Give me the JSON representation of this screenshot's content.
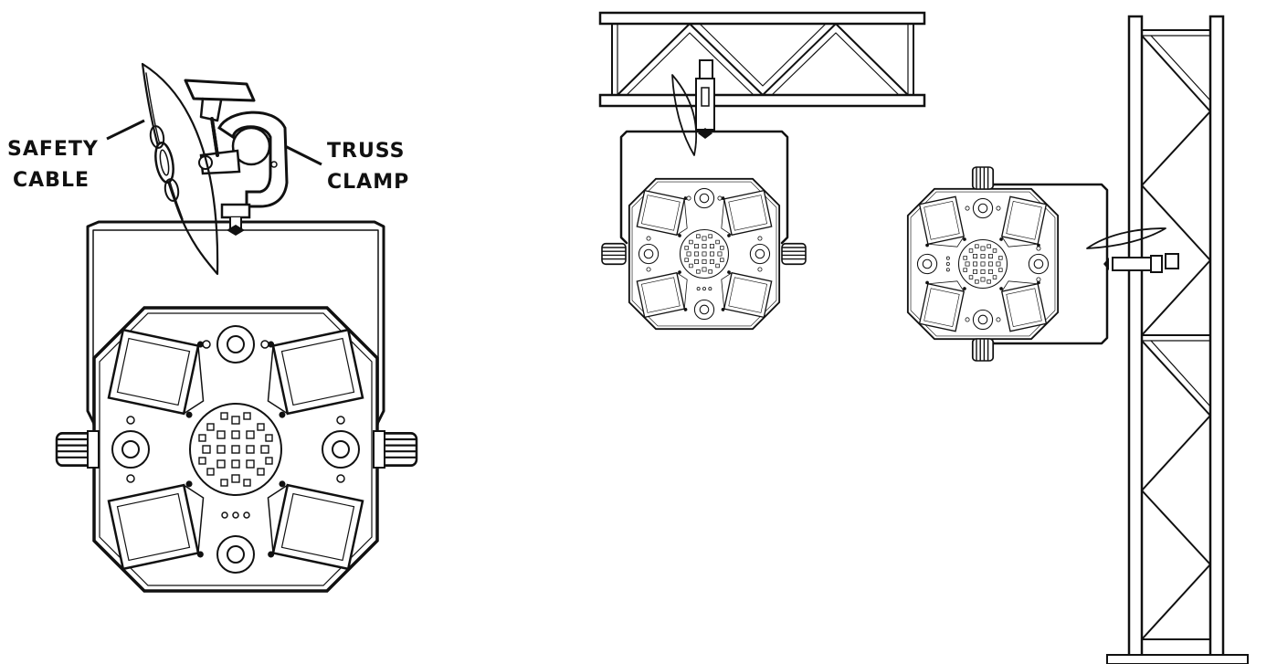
{
  "labels": {
    "safety_cable_line1": "SAFETY",
    "safety_cable_line2": "CABLE",
    "truss_clamp_line1": "TRUSS",
    "truss_clamp_line2": "CLAMP"
  },
  "colors": {
    "line": "#111111",
    "background": "#ffffff"
  }
}
